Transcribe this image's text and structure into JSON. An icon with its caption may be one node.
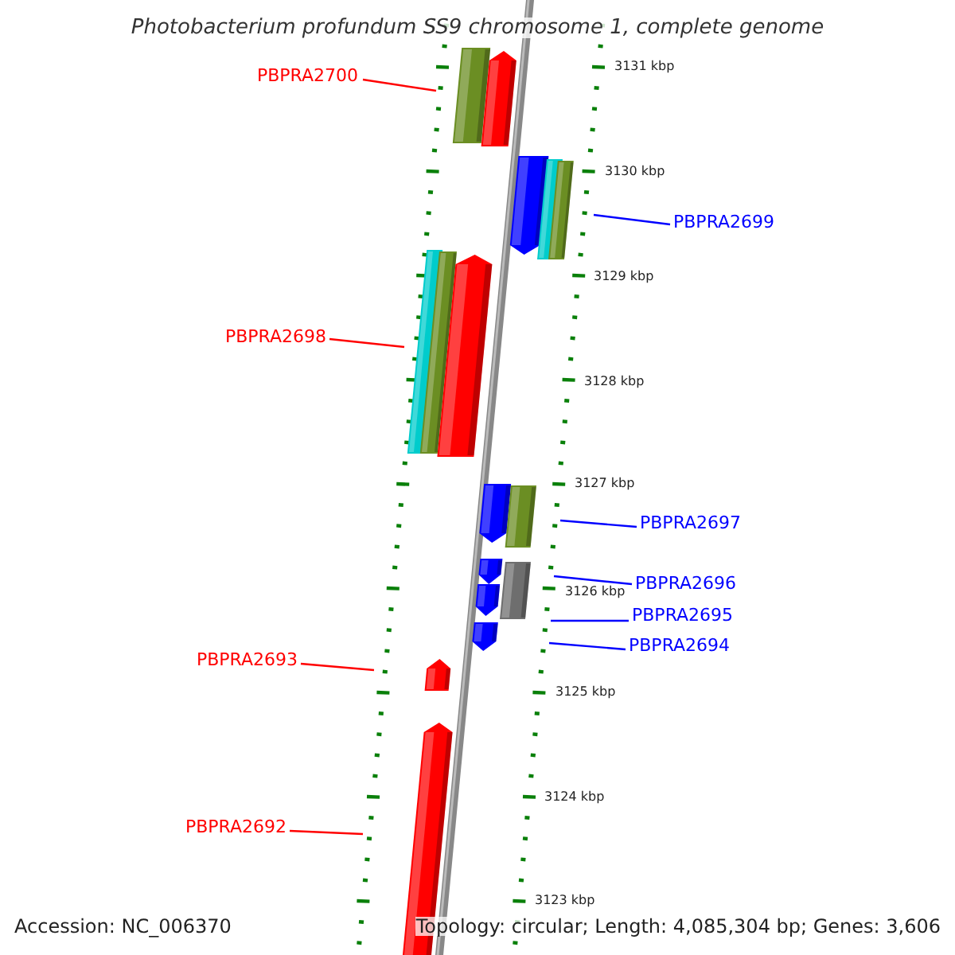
{
  "diagram": {
    "title": "Photobacterium profundum SS9 chromosome 1, complete genome",
    "nodes": [
      {
        "text": [
          "PBPRA2700"
        ]
      },
      {
        "text": [
          "PBPRA2699"
        ]
      },
      {
        "text": [
          "PBPRA2698"
        ]
      },
      {
        "text": [
          "PBPRA2697"
        ]
      },
      {
        "text": [
          "PBPRA2696"
        ]
      },
      {
        "text": [
          "PBPRA2695"
        ]
      },
      {
        "text": [
          "PBPRA2694"
        ]
      },
      {
        "text": [
          "PBPRA2693"
        ]
      },
      {
        "text": [
          "PBPRA2692"
        ]
      }
    ],
    "edges": [
      {
        "from": 0,
        "to": null,
        "arrow": "none",
        "color": "#ff0000"
      },
      {
        "from": 1,
        "to": null,
        "arrow": "none"
      },
      {
        "from": 2,
        "to": null,
        "arrow": "none",
        "color": "#ff0000"
      },
      {
        "from": 3,
        "to": null,
        "arrow": "none"
      },
      {
        "from": 4,
        "to": null,
        "arrow": "none"
      },
      {
        "from": 5,
        "to": null,
        "arrow": "none"
      },
      {
        "from": 6,
        "to": null,
        "arrow": "none"
      },
      {
        "from": 7,
        "to": null,
        "arrow": "none",
        "color": "#ff0000"
      },
      {
        "from": 8,
        "to": null,
        "arrow": "none",
        "color": "#ff0000"
      }
    ],
    "labels": [
      "3131 kbp",
      "3130 kbp",
      "3129 kbp",
      "3128 kbp",
      "3127 kbp",
      "3126 kbp",
      "3125 kbp",
      "3124 kbp",
      "3123 kbp",
      "Accession: NC_006370",
      "Topology: circular; Length: 4,085,304 bp; Genes: 3,606"
    ]
  }
}
